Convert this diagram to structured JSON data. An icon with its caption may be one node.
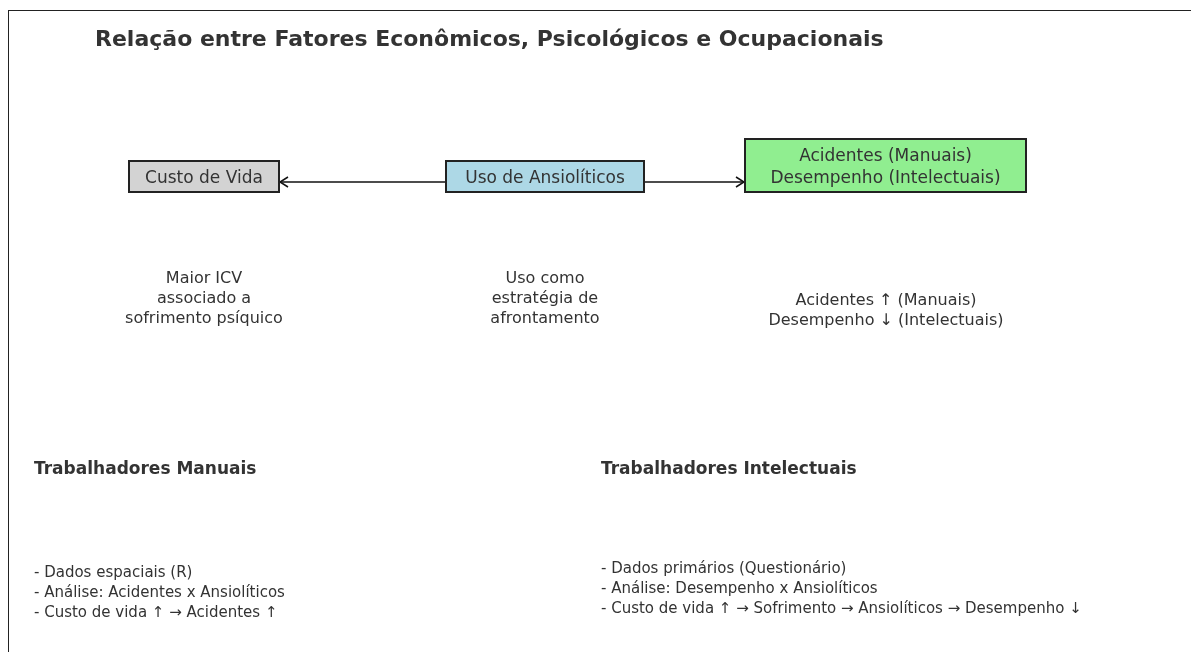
{
  "diagram": {
    "title": "Relação entre Fatores Econômicos, Psicológicos e Ocupacionais",
    "nodes": [
      {
        "text": [
          "Custo de Vida"
        ]
      },
      {
        "text": [
          "Uso de Ansiolíticos"
        ]
      },
      {
        "text": [
          "Acidentes (Manuais) Desempenho (Intelectuais)"
        ]
      }
    ],
    "edges": [
      {
        "from": 1,
        "to": 0,
        "arrow": "to"
      },
      {
        "from": 1,
        "to": 2,
        "arrow": "to"
      }
    ],
    "labels": [
      "Maior ICV associado a sofrimento psíquico",
      "Uso como estratégia de afrontamento",
      "Acidentes ↑ (Manuais) Desempenho ↓ (Intelectuais)",
      "Trabalhadores Manuais",
      "Trabalhadores Intelectuais",
      "- Dados espaciais (R)",
      "- Análise: Acidentes x Ansiolíticos",
      "- Custo de vida ↑ → Acidentes ↑",
      "- Dados primários (Questionário)",
      "- Análise: Desempenho x Ansiolíticos",
      "- Custo de vida ↑ → Sofrimento → Ansiolíticos → Desempenho ↓"
    ]
  }
}
